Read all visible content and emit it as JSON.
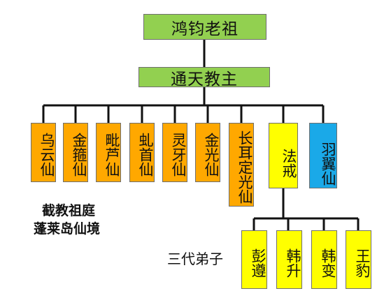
{
  "root": "鸿钧老祖",
  "level2": "通天教主",
  "disciples": [
    "乌云仙",
    "金箍仙",
    "毗芦仙",
    "虬首仙",
    "灵牙仙",
    "金光仙",
    "长耳定光仙",
    "法戒",
    "羽翼仙"
  ],
  "third_gen": [
    "彭遵",
    "韩升",
    "韩变",
    "王豹"
  ],
  "caption_line1": "截教祖庭",
  "caption_line2": "蓬莱岛仙境",
  "third_gen_label": "三代弟子",
  "colors": {
    "green": "#92d050",
    "orange": "#ffa800",
    "yellow": "#ffff00",
    "blue": "#1aa9e8"
  }
}
